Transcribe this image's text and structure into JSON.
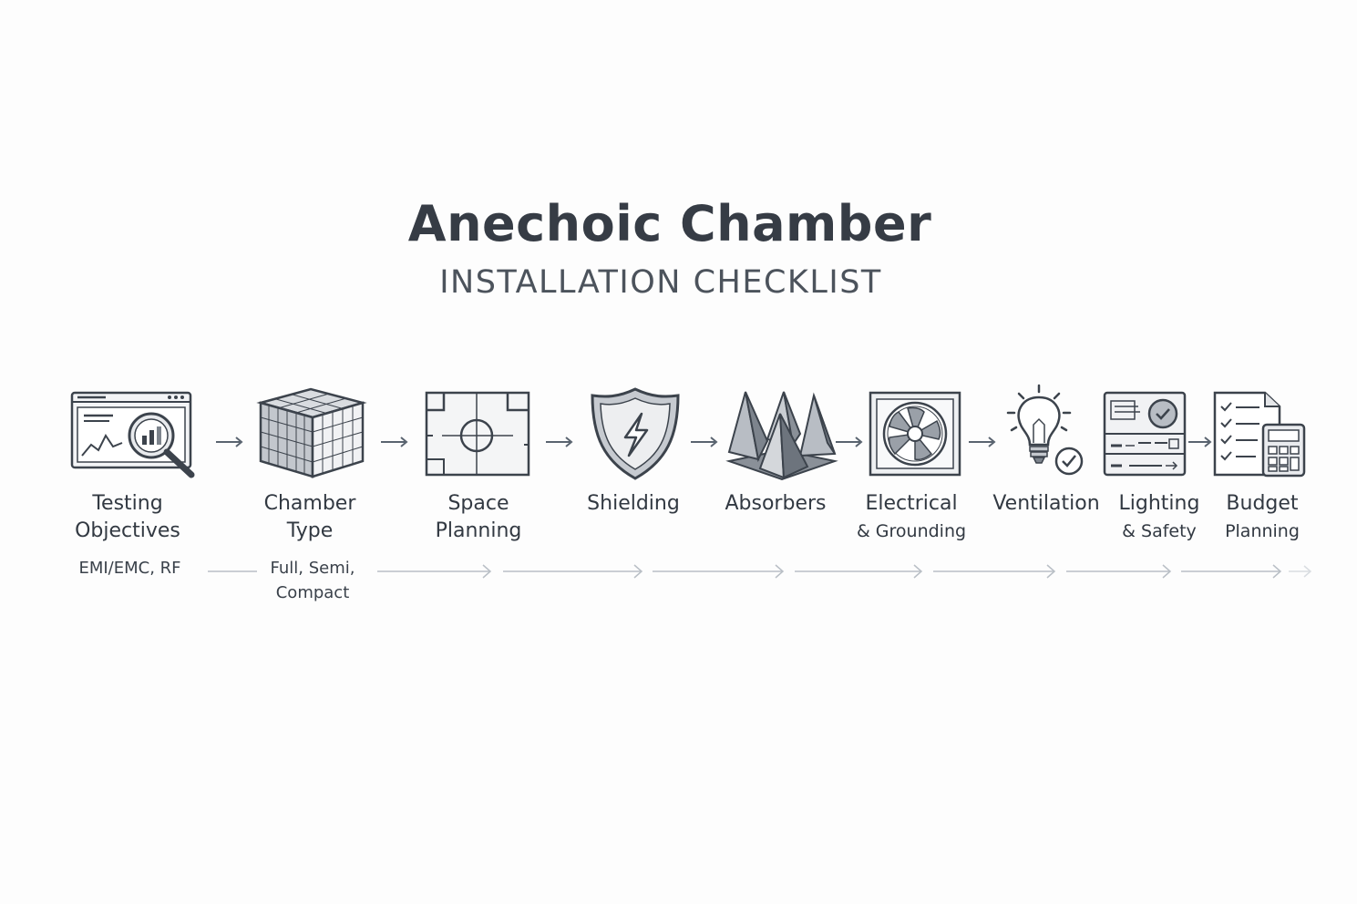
{
  "header": {
    "title": "Anechoic Chamber",
    "subtitle": "INSTALLATION CHECKLIST"
  },
  "steps": [
    {
      "line1": "Testing",
      "line2": "Objectives",
      "icon": "monitor-magnifier-icon",
      "detail_line1": "EMI/EMC, RF",
      "detail_line2": ""
    },
    {
      "line1": "Chamber",
      "line2": "Type",
      "icon": "chamber-cube-icon",
      "detail_line1": "Full, Semi,",
      "detail_line2": "Compact"
    },
    {
      "line1": "Space",
      "line2": "Planning",
      "icon": "floor-plan-icon",
      "detail_line1": "",
      "detail_line2": ""
    },
    {
      "line1": "Shielding",
      "line2": "",
      "icon": "shield-bolt-icon",
      "detail_line1": "",
      "detail_line2": ""
    },
    {
      "line1": "Absorbers",
      "line2": "",
      "icon": "absorber-cones-icon",
      "detail_line1": "",
      "detail_line2": ""
    },
    {
      "line1": "Electrical",
      "line2": "& Grounding",
      "icon": "fan-panel-icon",
      "detail_line1": "",
      "detail_line2": ""
    },
    {
      "line1": "Ventilation",
      "line2": "",
      "icon": "lightbulb-check-icon",
      "detail_line1": "",
      "detail_line2": ""
    },
    {
      "line1": "Lighting",
      "line2": "& Safety",
      "icon": "control-panel-icon",
      "detail_line1": "",
      "detail_line2": ""
    },
    {
      "line1": "Budget",
      "line2": "Planning",
      "icon": "checklist-calculator-icon",
      "detail_line1": "",
      "detail_line2": ""
    }
  ],
  "colors": {
    "stroke": "#3c434c",
    "fill_light": "#e9ebee",
    "fill_mid": "#b8bdc4",
    "fill_dark": "#7d848d",
    "arrow": "#5a6470",
    "timeline": "#b9bfc6"
  }
}
